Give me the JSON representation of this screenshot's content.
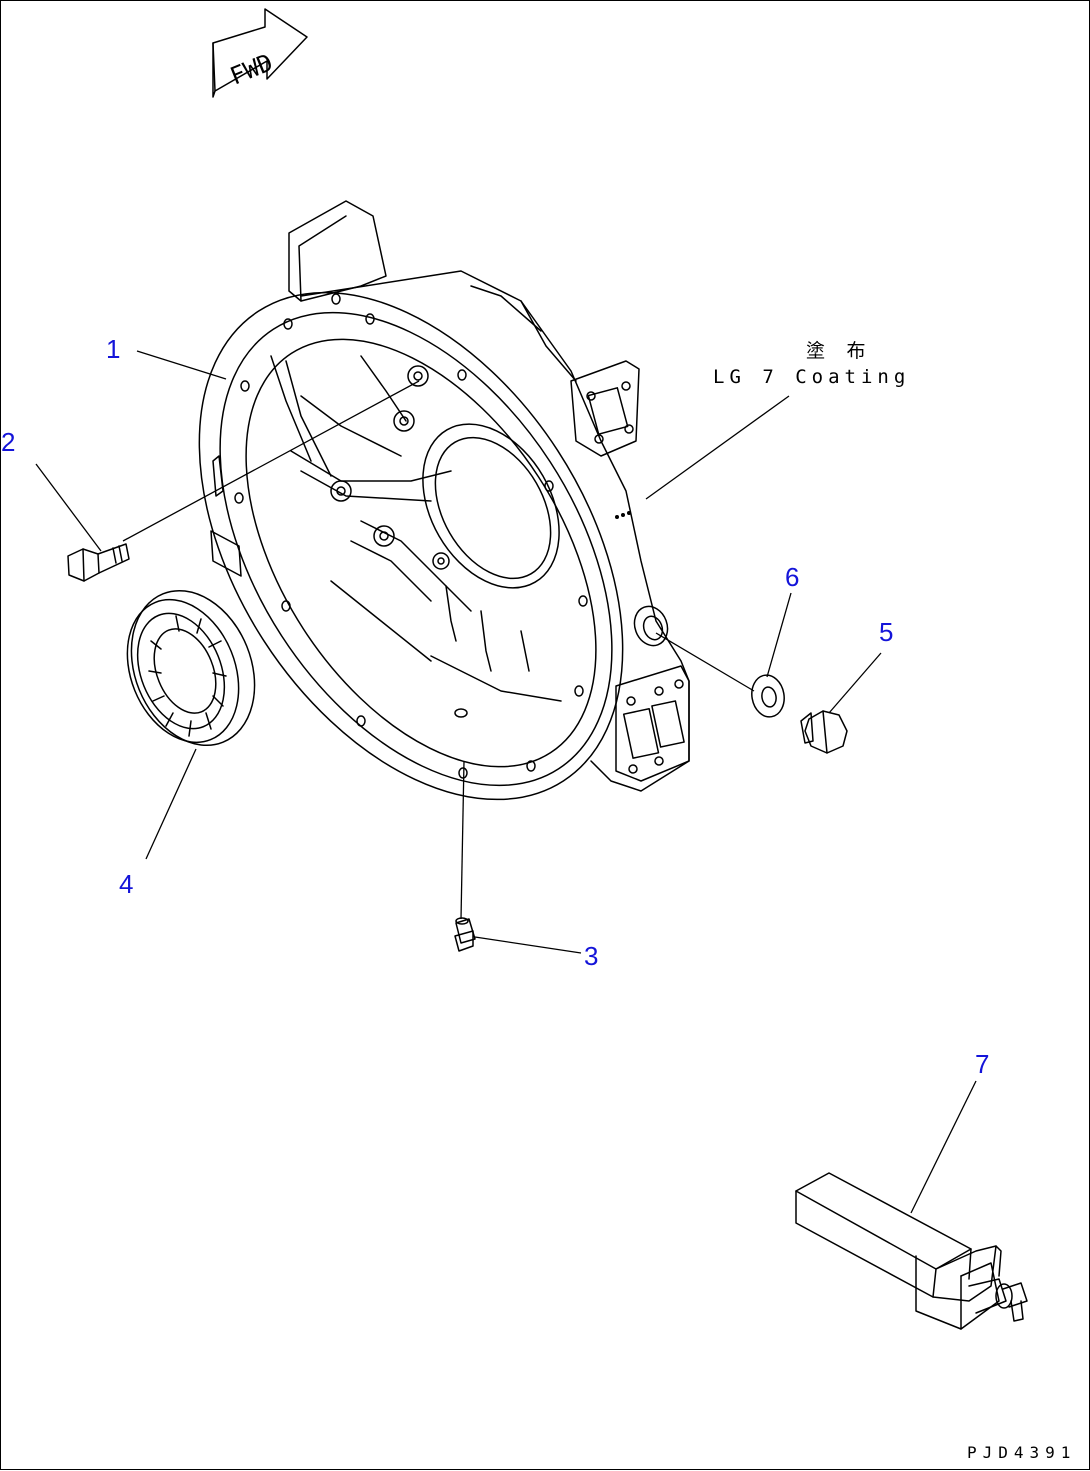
{
  "arrow": {
    "label": "FWD"
  },
  "note": {
    "jp": "塗 布",
    "en": "LG 7 Coating"
  },
  "callouts": [
    {
      "id": "1",
      "label": "1"
    },
    {
      "id": "2",
      "label": "2"
    },
    {
      "id": "3",
      "label": "3"
    },
    {
      "id": "4",
      "label": "4"
    },
    {
      "id": "5",
      "label": "5"
    },
    {
      "id": "6",
      "label": "6"
    },
    {
      "id": "7",
      "label": "7"
    }
  ],
  "drawing_code": "PJD4391",
  "colors": {
    "callout": "#1414d9",
    "line": "#000000"
  }
}
